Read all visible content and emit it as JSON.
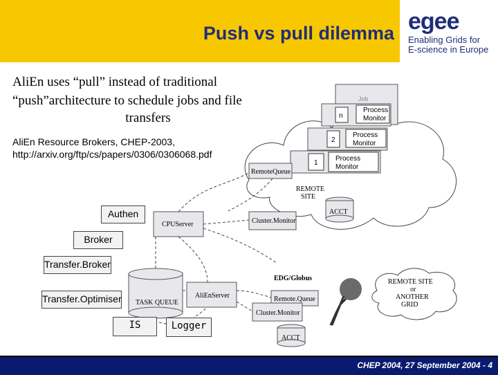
{
  "slide": {
    "title": "Push vs pull dilemma",
    "logo": {
      "word": "egee",
      "line1": "Enabling Grids for",
      "line2": "E-science in Europe"
    },
    "text_line1": "AliEn uses “pull” instead of traditional",
    "text_line2": "“push”architecture to schedule jobs and file",
    "text_line3": "transfers",
    "ref_line1": "AliEn Resource Brokers, CHEP-2003,",
    "ref_line2": "http://arxiv.org/ftp/cs/papers/0306/0306068.pdf",
    "footer": "CHEP 2004, 27 September 2004 - 4"
  },
  "diagram": {
    "job_label": "Job",
    "job_n": "n",
    "job_2": "2",
    "job_1": "1",
    "job_small": "Job",
    "process_monitor_line1": "Process",
    "process_monitor_line2": "Monitor",
    "remote_queue_top": "RemoteQueue",
    "remote_site_line1": "REMOTE",
    "remote_site_line2": "SITE",
    "acct_top": "ACCT",
    "cluster_monitor_top": "Cluster.Monitor",
    "cpu_server": "CPUServer",
    "task_queue": "TASK QUEUE",
    "alien_server": "AliEnServer",
    "edg_globus": "EDG/Globus",
    "remote_queue_bottom": "Remote.Queue",
    "cluster_monitor_bottom": "Cluster.Monitor",
    "acct_bottom": "ACCT",
    "remote_site_or_line1": "REMOTE SITE",
    "remote_site_or_line2": "or",
    "remote_site_or_line3": "ANOTHER",
    "remote_site_or_line4": "GRID",
    "authen": "Authen",
    "broker": "Broker",
    "transfer_broker": "Transfer.Broker",
    "transfer_optimiser": "Transfer.Optimiser",
    "is": "IS",
    "logger": "Logger"
  }
}
